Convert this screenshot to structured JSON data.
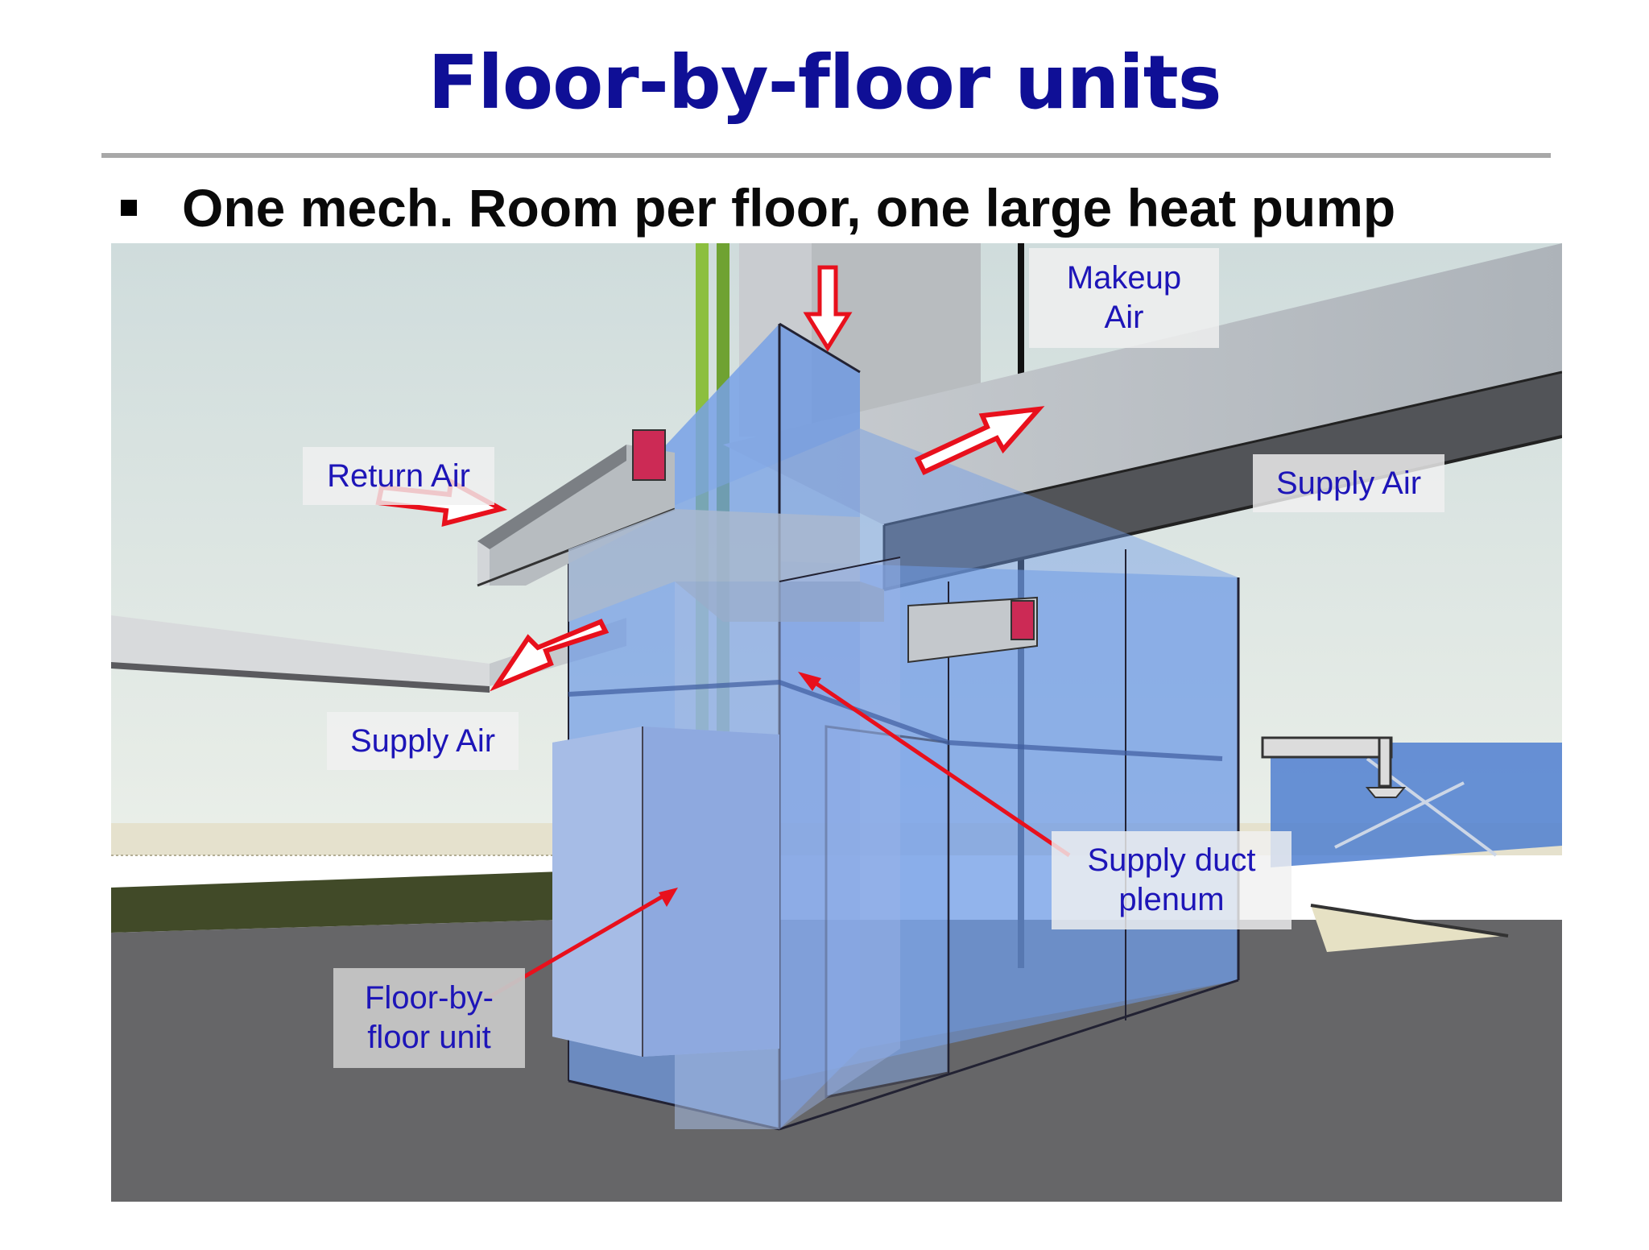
{
  "slide": {
    "title": "Floor-by-floor units",
    "bullet": "One mech. Room per floor, one large heat pump"
  },
  "labels": {
    "makeup_air": "Makeup\nAir",
    "return_air": "Return Air",
    "supply_air_right": "Supply Air",
    "supply_air_left": "Supply Air",
    "supply_duct_plenum": "Supply duct\nplenum",
    "floor_unit": "Floor-by-\nfloor unit"
  },
  "colors": {
    "title": "#0f0f96",
    "label_text": "#1d15b8",
    "arrow": "#e8101c",
    "room_blue": "#6f9be6",
    "duct_gray": "#b9bec3",
    "pipe_green": "#7cb342"
  },
  "icons": [
    "bullet-square-icon",
    "arrow-down-icon",
    "arrow-right-icon",
    "arrow-left-icon"
  ]
}
